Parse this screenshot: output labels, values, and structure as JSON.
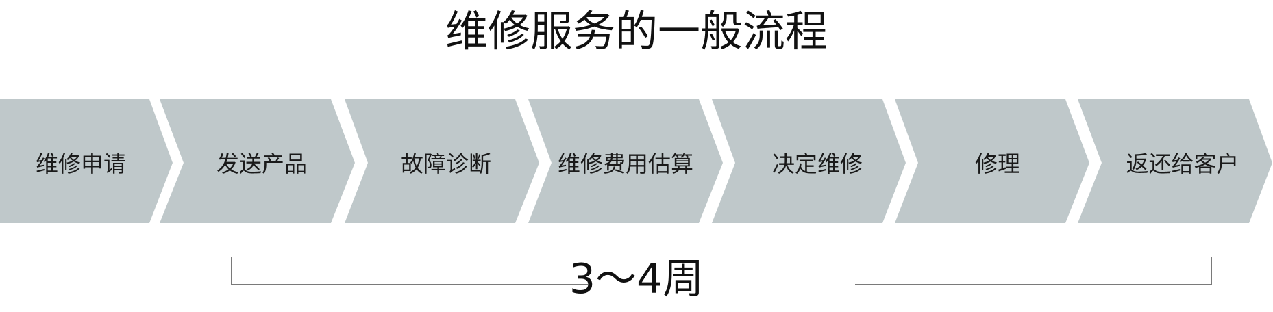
{
  "title": "维修服务的一般流程",
  "steps": [
    {
      "label": "维修申请"
    },
    {
      "label": "发送产品"
    },
    {
      "label": "故障诊断"
    },
    {
      "label": "维修费用估算"
    },
    {
      "label": "决定维修"
    },
    {
      "label": "修理"
    },
    {
      "label": "返还给客户"
    }
  ],
  "duration": {
    "label": "3～4周"
  },
  "colors": {
    "arrow_fill": "#bfc8ca",
    "bracket_line": "#7a7a7a",
    "text": "#111111"
  }
}
